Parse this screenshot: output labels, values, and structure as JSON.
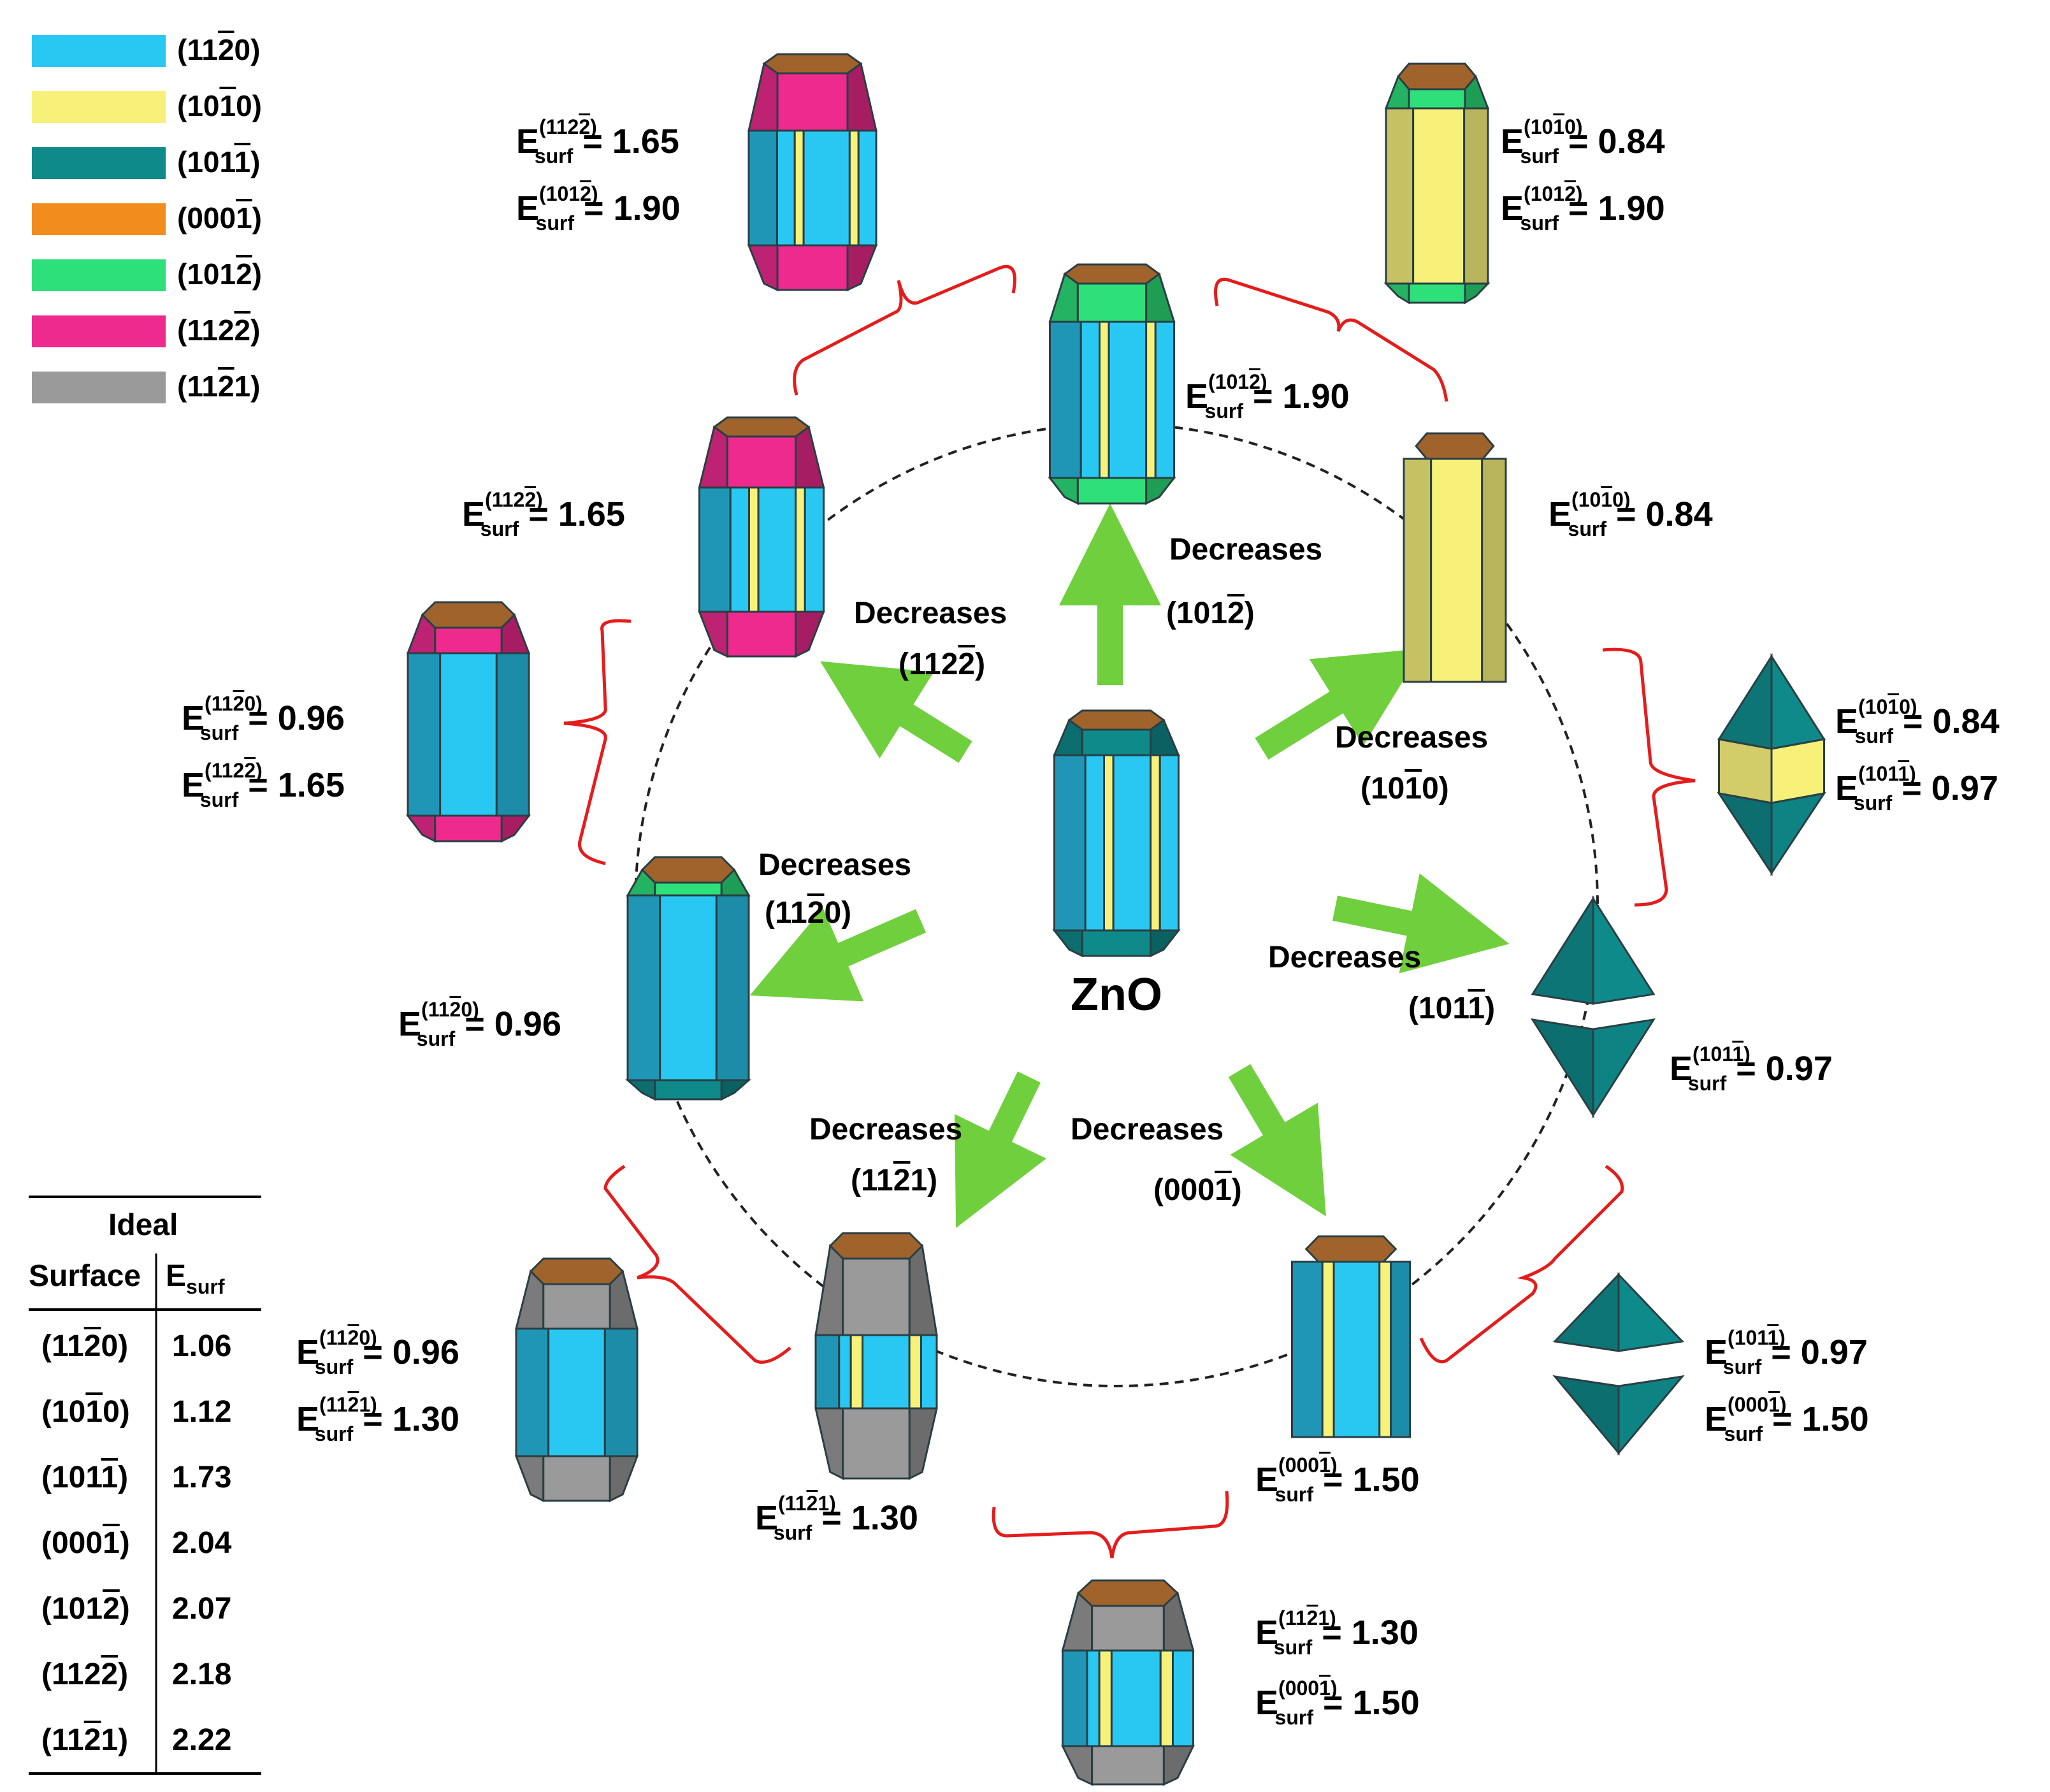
{
  "legend": [
    {
      "label": "(1120)",
      "bar": 2,
      "color": "#29c8f2"
    },
    {
      "label": "(1010)",
      "bar": 3,
      "color": "#f7f17a"
    },
    {
      "label": "(1011)",
      "bar": 3,
      "color": "#0f8a8a"
    },
    {
      "label": "(0001)",
      "bar": 4,
      "color": "#f28c1c"
    },
    {
      "label": "(1012)",
      "bar": 3,
      "color": "#2de07a"
    },
    {
      "label": "(1122)",
      "bar": 3,
      "color": "#ee2a8f"
    },
    {
      "label": "(1121)",
      "bar": 3,
      "color": "#9a9a9a"
    }
  ],
  "center_label": "ZnO",
  "decreases_word": "Decreases",
  "esurf": {
    "E": "E",
    "sub": "surf"
  },
  "arrows": [
    {
      "idx": "(1012)"
    },
    {
      "idx": "(1122)"
    },
    {
      "idx": "(1010)"
    },
    {
      "idx": "(1120)"
    },
    {
      "idx": "(1011)"
    },
    {
      "idx": "(1121)"
    },
    {
      "idx": "(0001)"
    }
  ],
  "labels": {
    "top_left_1": {
      "face": "(1122)",
      "value": "= 1.65"
    },
    "top_left_2": {
      "face": "(1012)",
      "value": "= 1.90"
    },
    "top_right_1": {
      "face": "(1010)",
      "value": "= 0.84"
    },
    "top_right_2": {
      "face": "(1012)",
      "value": "= 1.90"
    },
    "top_center": {
      "face": "(1012)",
      "value": "= 1.90"
    },
    "ul": {
      "face": "(1122)",
      "value": "= 1.65"
    },
    "ur": {
      "face": "(1010)",
      "value": "= 0.84"
    },
    "far_left_1": {
      "face": "(1120)",
      "value": "= 0.96"
    },
    "far_left_2": {
      "face": "(1122)",
      "value": "= 1.65"
    },
    "far_right_1": {
      "face": "(1010)",
      "value": "= 0.84"
    },
    "far_right_2": {
      "face": "(1011)",
      "value": "= 0.97"
    },
    "left": {
      "face": "(1120)",
      "value": "= 0.96"
    },
    "right": {
      "face": "(1011)",
      "value": "= 0.97"
    },
    "bl_1": {
      "face": "(1120)",
      "value": "= 0.96"
    },
    "bl_2": {
      "face": "(1121)",
      "value": "= 1.30"
    },
    "bc": {
      "face": "(1121)",
      "value": "= 1.30"
    },
    "bcr": {
      "face": "(0001)",
      "value": "= 1.50"
    },
    "br_1": {
      "face": "(1011)",
      "value": "= 0.97"
    },
    "br_2": {
      "face": "(0001)",
      "value": "= 1.50"
    },
    "bottom_1": {
      "face": "(1121)",
      "value": "= 1.30"
    },
    "bottom_2": {
      "face": "(0001)",
      "value": "= 1.50"
    }
  },
  "ideal_table": {
    "title": "Ideal",
    "col1": "Surface",
    "col2_main": "E",
    "col2_sub": "surf",
    "rows": [
      {
        "surface": "(1120)",
        "value": "1.06"
      },
      {
        "surface": "(1010)",
        "value": "1.12"
      },
      {
        "surface": "(1011)",
        "value": "1.73"
      },
      {
        "surface": "(0001)",
        "value": "2.04"
      },
      {
        "surface": "(1012)",
        "value": "2.07"
      },
      {
        "surface": "(1122)",
        "value": "2.18"
      },
      {
        "surface": "(1121)",
        "value": "2.22"
      }
    ]
  }
}
